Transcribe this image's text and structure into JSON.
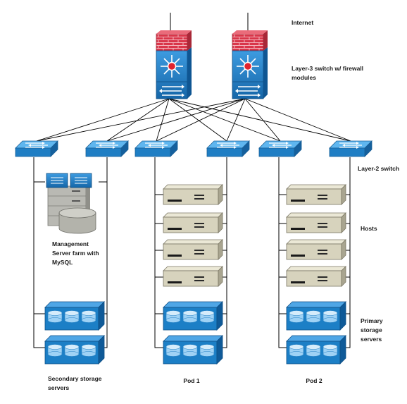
{
  "labels": {
    "internet": "Internet",
    "l3_line1": "Layer-3 switch w/ firewall",
    "l3_line2": "modules",
    "l2": "Layer-2 switch",
    "hosts": "Hosts",
    "primary_line1": "Primary",
    "primary_line2": "storage",
    "primary_line3": "servers",
    "mgmt_line1": "Management",
    "mgmt_line2": "Server farm with",
    "mgmt_line3": "MySQL",
    "secondary_line1": "Secondary storage",
    "secondary_line2": "servers",
    "pod1": "Pod 1",
    "pod2": "Pod 2"
  },
  "colors": {
    "switch_blue": "#1f7ec4",
    "switch_top": "#5fb6ef",
    "firewall_red": "#d9364a",
    "host_body": "#d7d3bd",
    "storage_blue": "#1c7fc6",
    "line": "#000000"
  },
  "icons": {
    "l3_switch": "layer3-switch-firewall-icon",
    "l2_switch": "layer2-switch-icon",
    "host": "host-server-icon",
    "storage": "storage-array-icon",
    "mgmt": "server-farm-icon"
  }
}
